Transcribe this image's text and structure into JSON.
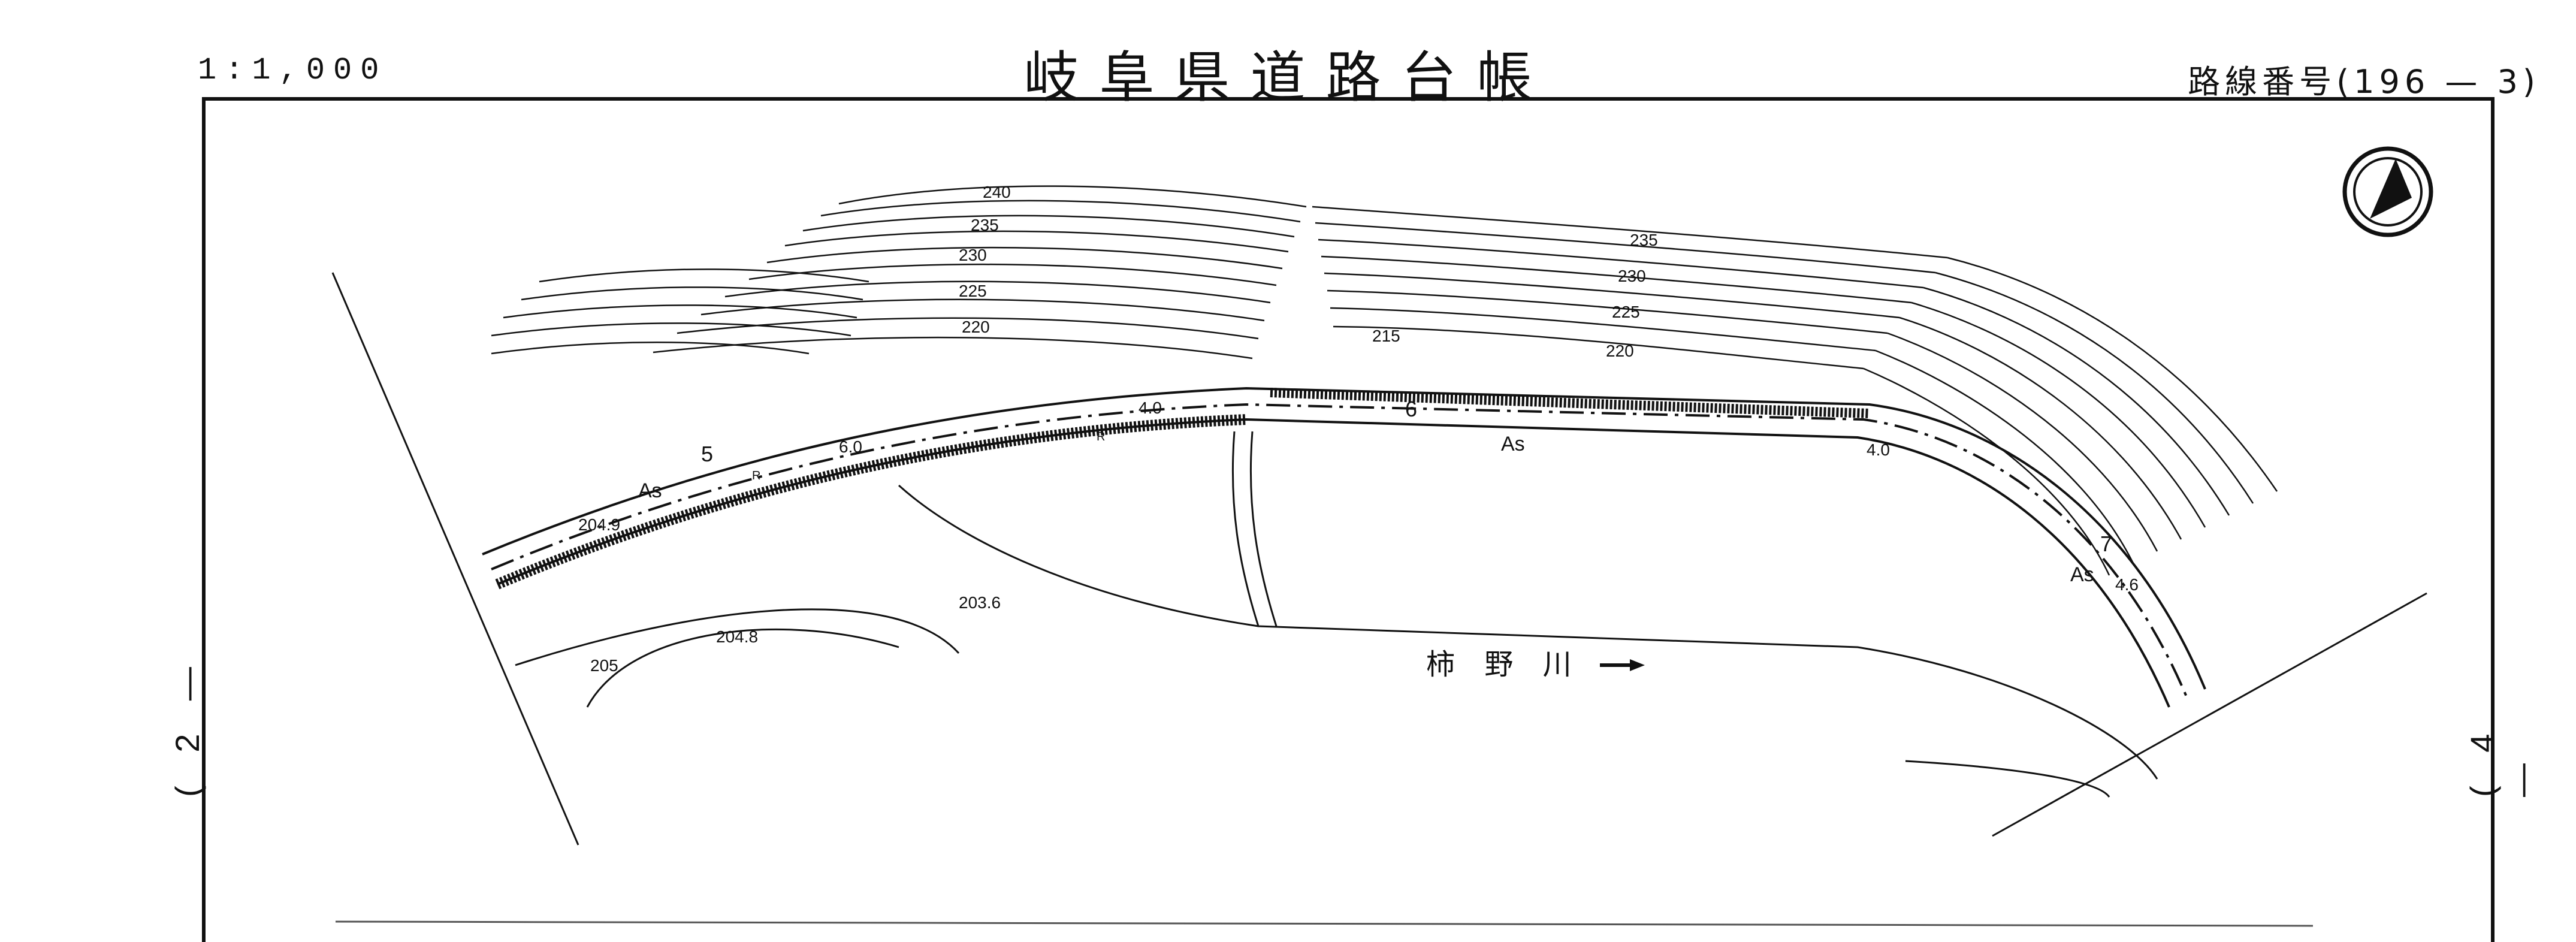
{
  "header": {
    "scale": "1:1,000",
    "title": "岐阜県道路台帳",
    "route_prefix": "路線番号(",
    "route_number": "196 — 3",
    "route_suffix": ")"
  },
  "sheet_neighbors": {
    "left": "( 2 —",
    "right": "( 4 —"
  },
  "map": {
    "river_label": "柿 野 川",
    "station_labels": [
      "5",
      "6",
      "7"
    ],
    "surface_labels": [
      "As",
      "As",
      "As"
    ],
    "width_labels": [
      "6.0",
      "4.0",
      "4.0",
      "4.6"
    ],
    "contour_labels_left": [
      "240",
      "235",
      "230",
      "225",
      "220"
    ],
    "contour_labels_right": [
      "235",
      "230",
      "225",
      "220",
      "215"
    ],
    "spot_heights": [
      "204.9",
      "204.8",
      "203.6",
      "205"
    ],
    "structure_marks": [
      "R",
      "R"
    ]
  },
  "colors": {
    "ink": "#111111",
    "paper": "#ffffff"
  }
}
